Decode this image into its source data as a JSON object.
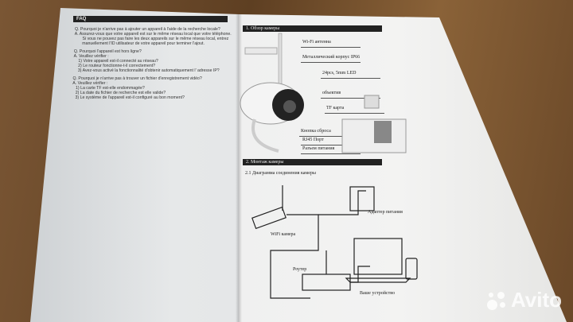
{
  "left_page": {
    "faq_title": "FAQ",
    "lines": [
      "Q. Pourquoi je n'arrive pas à ajouter un appareil à l'aide de la recherche locale?",
      "A. Assurez-vous que votre appareil est sur le même réseau local que votre téléphone.",
      "Si vous ne pouvez pas faire les deux appareils sur le même réseau local, entrez",
      "manuellement l'ID utilisateur de votre appareil pour terminer l'ajout.",
      "Q. Pourquoi l'appareil est hors ligne?",
      "A. Veuillez vérifier :",
      "1) Votre appareil est-il connecté au réseau?",
      "2) Le routeur fonctionne-t-il correctement?",
      "3) Avez-vous activé la fonctionnalité d'obtenir automatiquement l' adresse IP?",
      "Q. Pourquoi je n'arrive pas à trouver un fichier d'enregistrement vidéo?",
      "A. Veuillez vérifier :",
      "1) La carte TF est-elle endommagée?",
      "2) La date du fichier de recherche est elle valide?",
      "3) Le système de l'appareil est-il configuré au bon moment?"
    ]
  },
  "right_page": {
    "section1": "1. Обзор камеры",
    "labels": [
      "Wi-Fi антенна",
      "Металлический корпус IP66",
      "24pcs, 5mm LED",
      "объектив",
      "TF карта",
      "Кнопка сброса",
      "RJ45 Порт",
      "Разъем питания"
    ],
    "section2": "2. Монтаж камеры",
    "subsection": "2.1 Диаграмма соединения камеры",
    "diagram": {
      "camera": "WiFi камера",
      "adapter": "Адаптер питания",
      "router": "Роутер",
      "device": "Ваше устройство"
    }
  },
  "watermark": "Avito"
}
